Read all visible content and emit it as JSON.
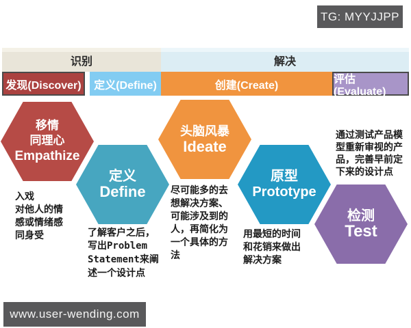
{
  "badges": {
    "tg": "TG: MYYJJPP",
    "site": "www.user-wending.com"
  },
  "header": {
    "phases": [
      {
        "label": "识别"
      },
      {
        "label": "解决"
      }
    ],
    "stages": [
      {
        "label": "发现(Discover)",
        "color": "#ab4240"
      },
      {
        "label": "定义(Define)",
        "color": "#82ccf2"
      },
      {
        "label": "创建(Create)",
        "color": "#f1943e"
      },
      {
        "label": "评估(Evaluate)",
        "color": "#a895c8"
      }
    ]
  },
  "hexes": [
    {
      "cn": "移情\n同理心",
      "en": "Empathize",
      "color": "#b64b46"
    },
    {
      "cn": "定义",
      "en": "Define",
      "color": "#47a6c0"
    },
    {
      "cn": "头脑风暴",
      "en": "Ideate",
      "color": "#f0943f"
    },
    {
      "cn": "原型",
      "en": "Prototype",
      "color": "#2399c4"
    },
    {
      "cn": "检测",
      "en": "Test",
      "color": "#8a6daa"
    }
  ],
  "notes": {
    "empathize": "入戏\n对他人的情\n感或情绪感\n同身受",
    "define": {
      "pre": "了解客户之后，\n写出",
      "code": "Problem\nStatement",
      "post": "来阐\n述一个设计点"
    },
    "ideate": "尽可能多的去\n想解决方案、\n可能涉及到的\n人，再简化为\n一个具体的方\n法",
    "prototype": "用最短的时间\n和花销来做出\n解决方案",
    "test": "通过测试产品模\n型重新审视的产\n品，完善早前定\n下来的设计点"
  },
  "palette": {
    "badge_bg": "#59595b",
    "phase_identify_bg": "#e9e5d9",
    "phase_solve_bg": "#dcedf4",
    "border_dark": "#4a4a4a"
  }
}
